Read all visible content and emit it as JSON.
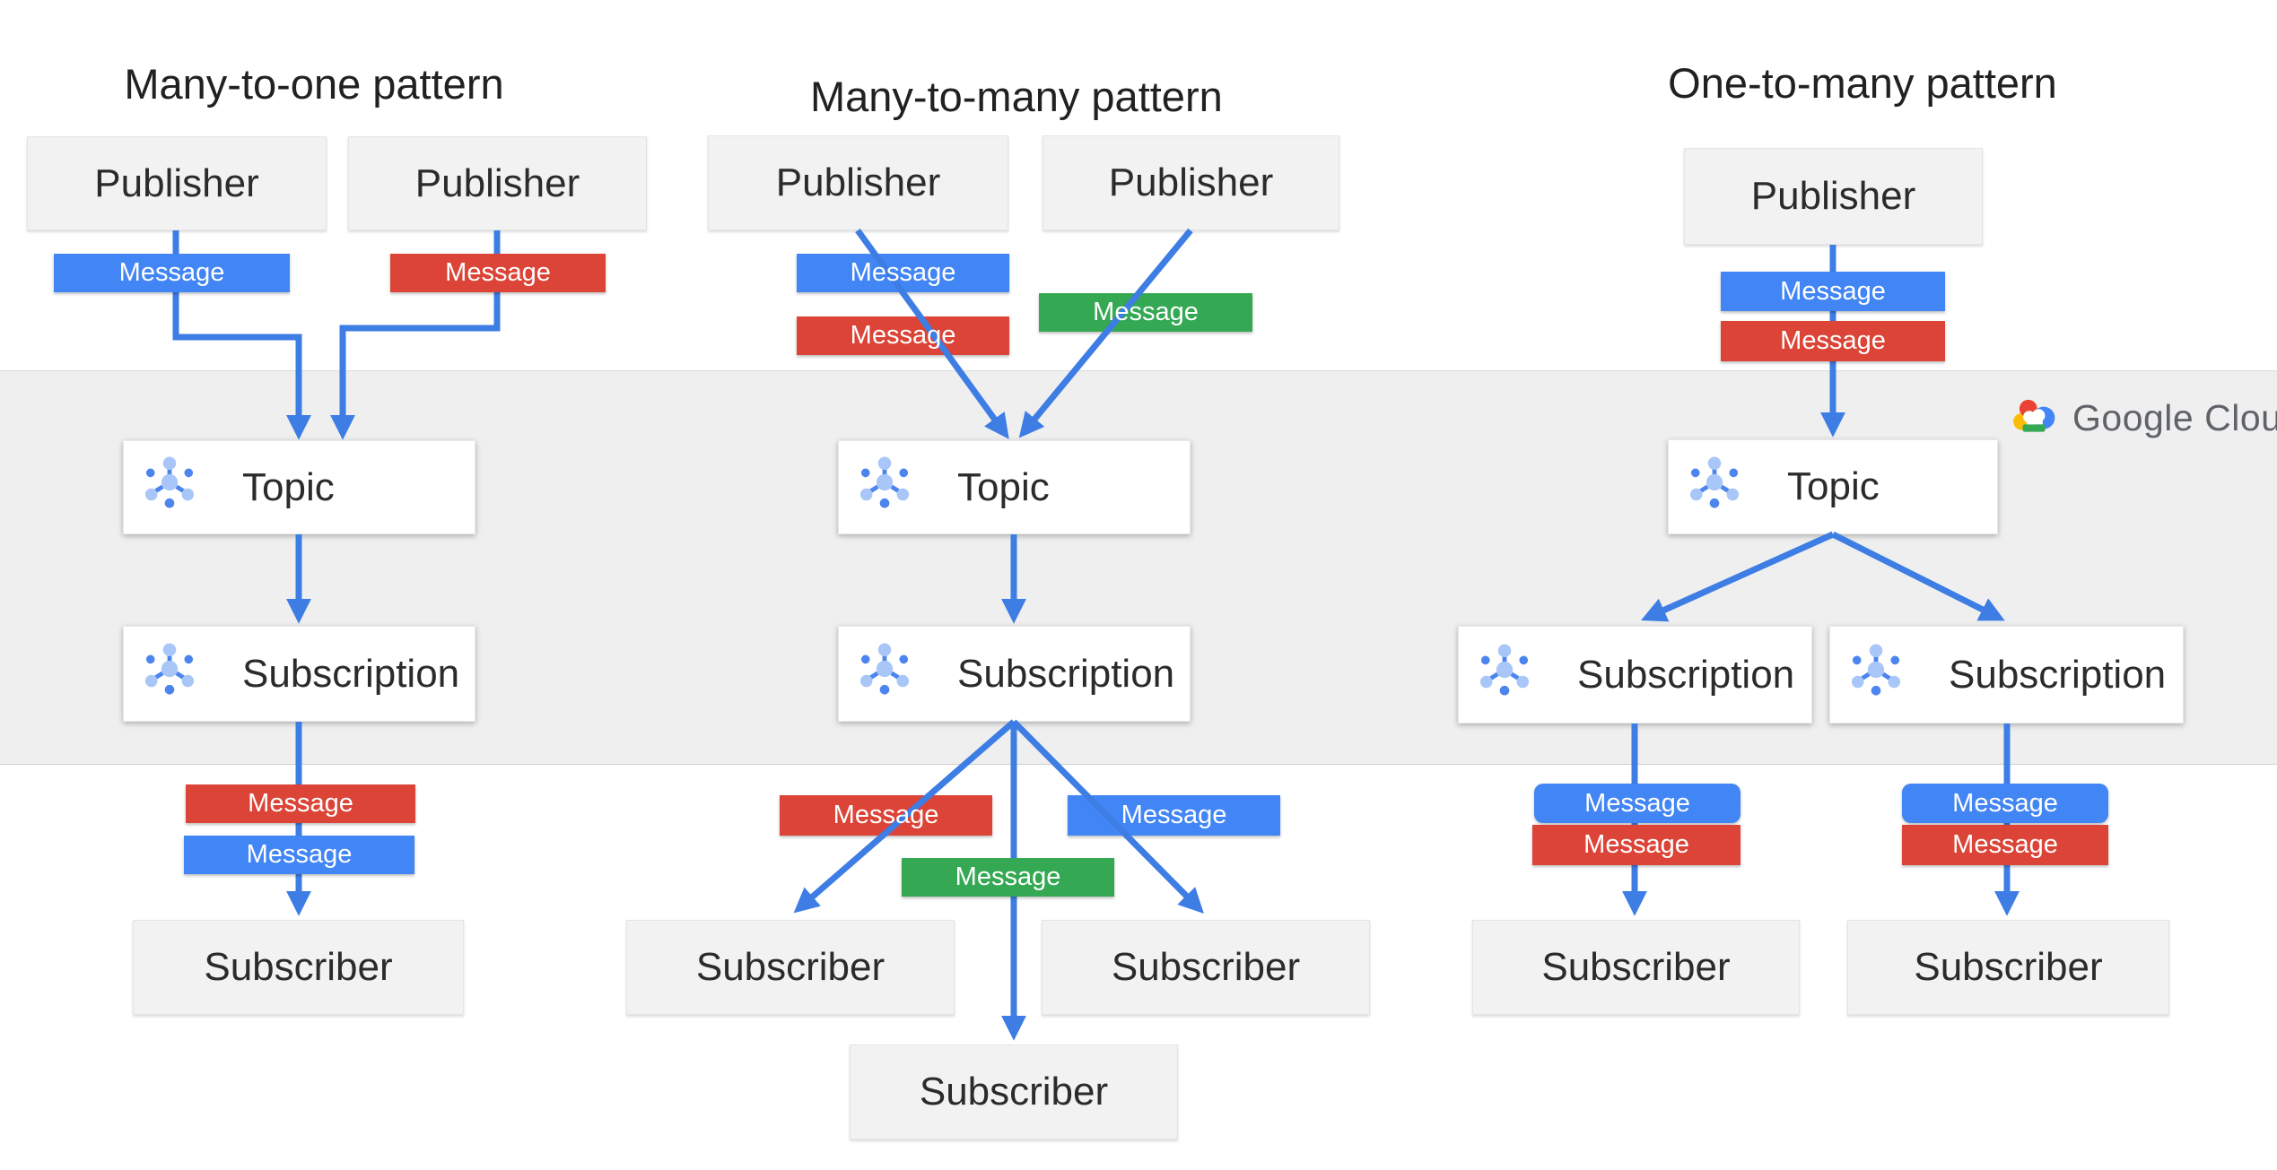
{
  "titles": {
    "pattern1": "Many-to-one pattern",
    "pattern2": "Many-to-many  pattern",
    "pattern3": "One-to-many pattern"
  },
  "labels": {
    "publisher": "Publisher",
    "topic": "Topic",
    "subscription": "Subscription",
    "subscriber": "Subscriber",
    "message": "Message"
  },
  "logo": {
    "text": "Google Cloud"
  },
  "icons": {
    "node_icon": "pubsub-node-icon",
    "logo_icon": "google-cloud-icon"
  },
  "colors": {
    "message_blue": "#4285F4",
    "message_red": "#DB4437",
    "message_green": "#34A853",
    "arrow_blue": "#3D7DE4",
    "band_gray": "#efefef",
    "endpoint_gray": "#f2f2f2",
    "logo_text_gray": "#5f6368",
    "logo_red": "#EA4335",
    "logo_yellow": "#FBBC05",
    "logo_green": "#34A853",
    "logo_blue": "#4285F4"
  }
}
